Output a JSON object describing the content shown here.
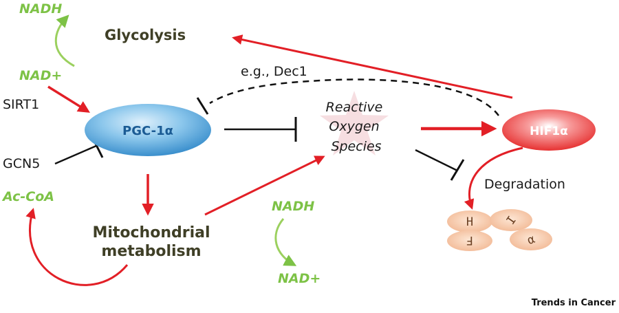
{
  "labels": {
    "nadh_top": "NADH",
    "nad_left": "NAD+",
    "sirt1": "SIRT1",
    "gcn5": "GCN5",
    "acoa": "Ac-CoA",
    "glycolysis": "Glycolysis",
    "pgc": "PGC-1α",
    "mito_line1": "Mitochondrial",
    "mito_line2": "metabolism",
    "ros_line1": "Reactive",
    "ros_line2": "Oxygen",
    "ros_line3": "Species",
    "dec1": "e.g., Dec1",
    "hif": "HIF1α",
    "degradation": "Degradation",
    "nadh_bottom": "NADH",
    "nad_bottom": "NAD+",
    "frag_h": "H",
    "frag_i": "I",
    "frag_f": "F",
    "frag_alpha": "α",
    "brand": "Trends in Cancer"
  },
  "colors": {
    "red_arrow": "#e21f26",
    "green": "#7dc246",
    "olive_text": "#3f3f26",
    "pgc_fill": "#5aa9de",
    "hif_fill": "#ee2a2a",
    "fragment_fill": "#f6c9a8"
  }
}
